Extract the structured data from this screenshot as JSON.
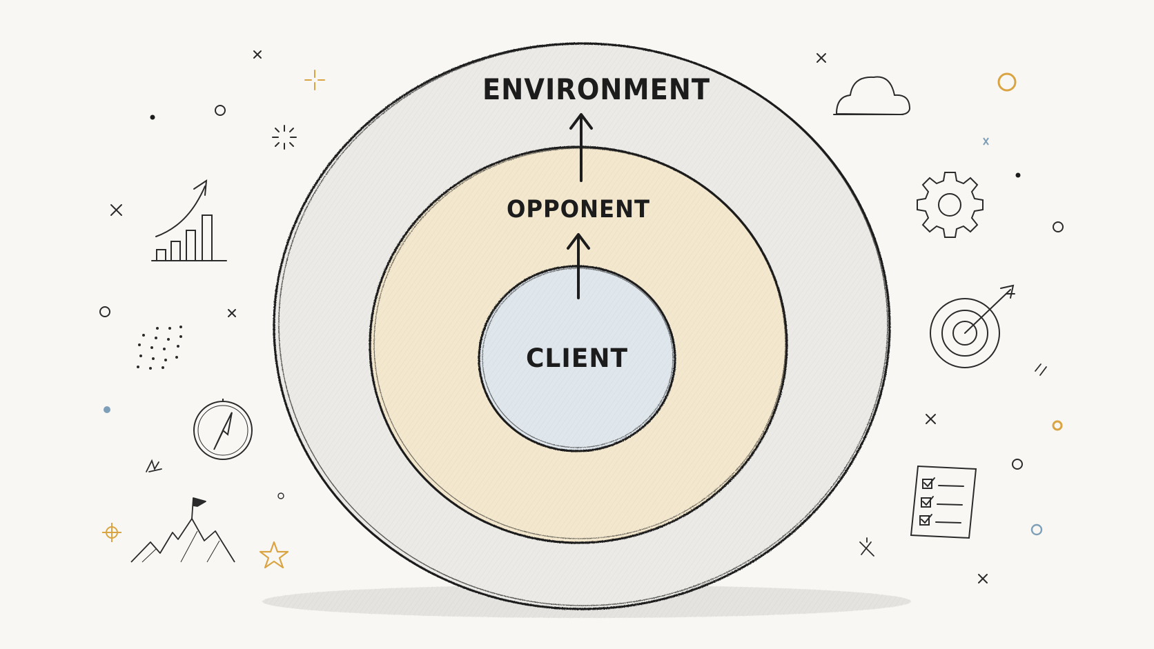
{
  "diagram": {
    "labels": {
      "environment": "ENVIRONMENT",
      "opponent": "OPPONENT",
      "client": "CLIENT"
    },
    "colors": {
      "background": "#f8f7f4",
      "environment_fill": "#ebeae6",
      "opponent_fill": "#f3e7cd",
      "client_fill": "#dfe6ec",
      "ink": "#1c1c1c",
      "accent_gold": "#d9a441",
      "accent_blue": "#7d9fb8"
    },
    "decorations": [
      "bar-chart-icon",
      "compass-icon",
      "mountain-flag-icon",
      "dot-grid-icon",
      "star-icon",
      "cloud-icon",
      "gear-icon",
      "target-arrow-icon",
      "checklist-icon",
      "sparkle-icon",
      "cross-icon",
      "circle-icon",
      "dot-icon"
    ]
  }
}
